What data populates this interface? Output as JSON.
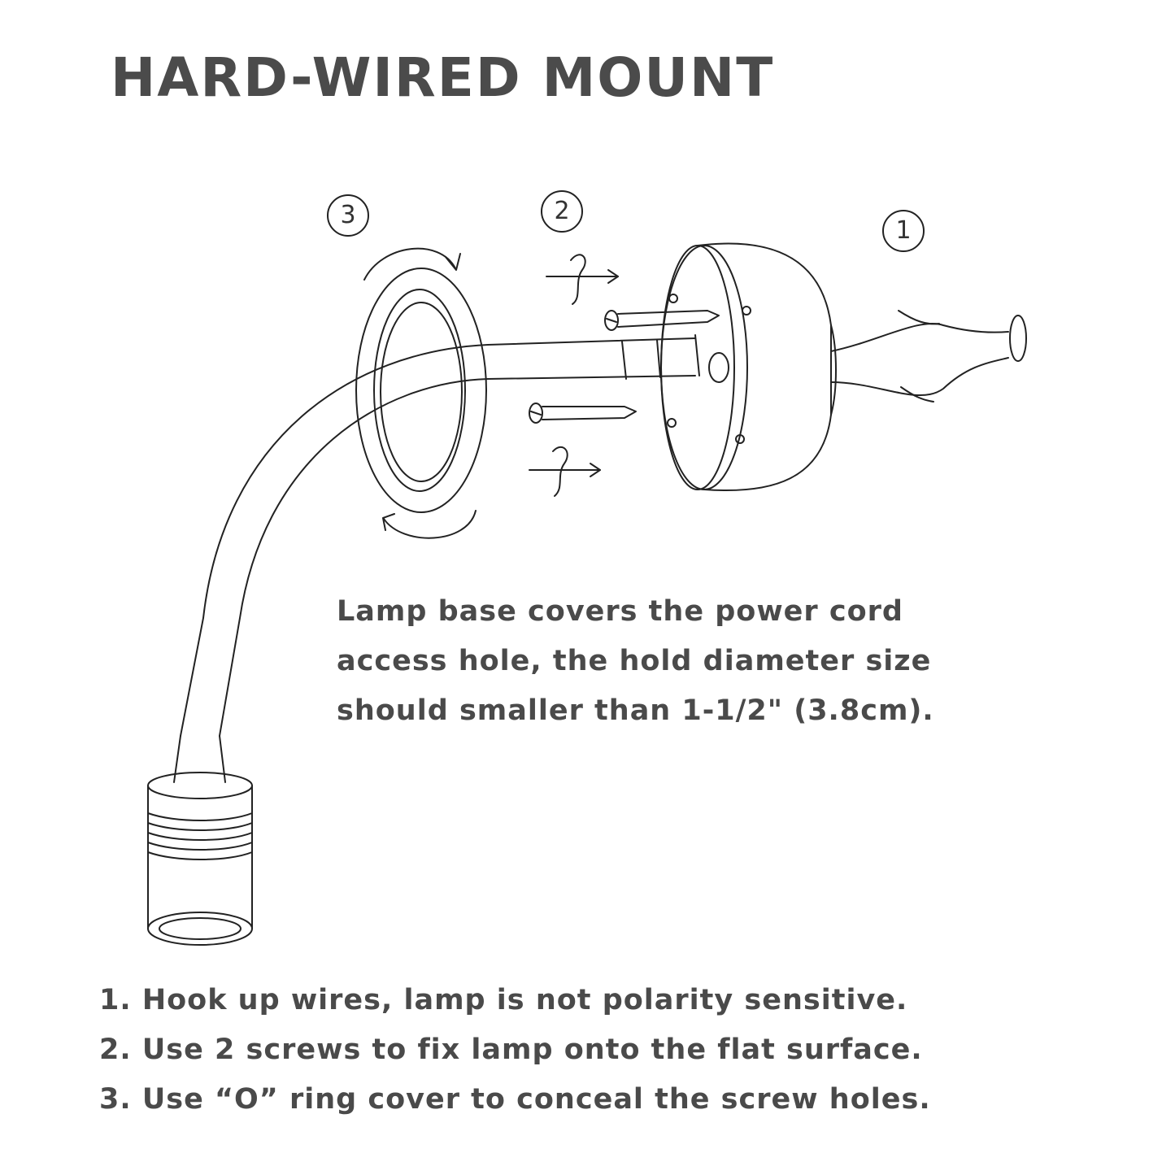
{
  "title": "HARD-WIRED MOUNT",
  "step_markers": [
    "3",
    "2",
    "1"
  ],
  "description_lines": [
    "Lamp base covers the power cord",
    "access hole, the hold diameter size",
    "should smaller than 1-1/2\" (3.8cm)."
  ],
  "instructions": [
    "1. Hook up wires, lamp is not polarity sensitive.",
    "2. Use 2 screws to fix lamp onto the flat surface.",
    "3. Use “O” ring cover to conceal the screw holes."
  ],
  "colors": {
    "text": "#4a4a4a",
    "line": "#222222",
    "background": "#ffffff"
  }
}
